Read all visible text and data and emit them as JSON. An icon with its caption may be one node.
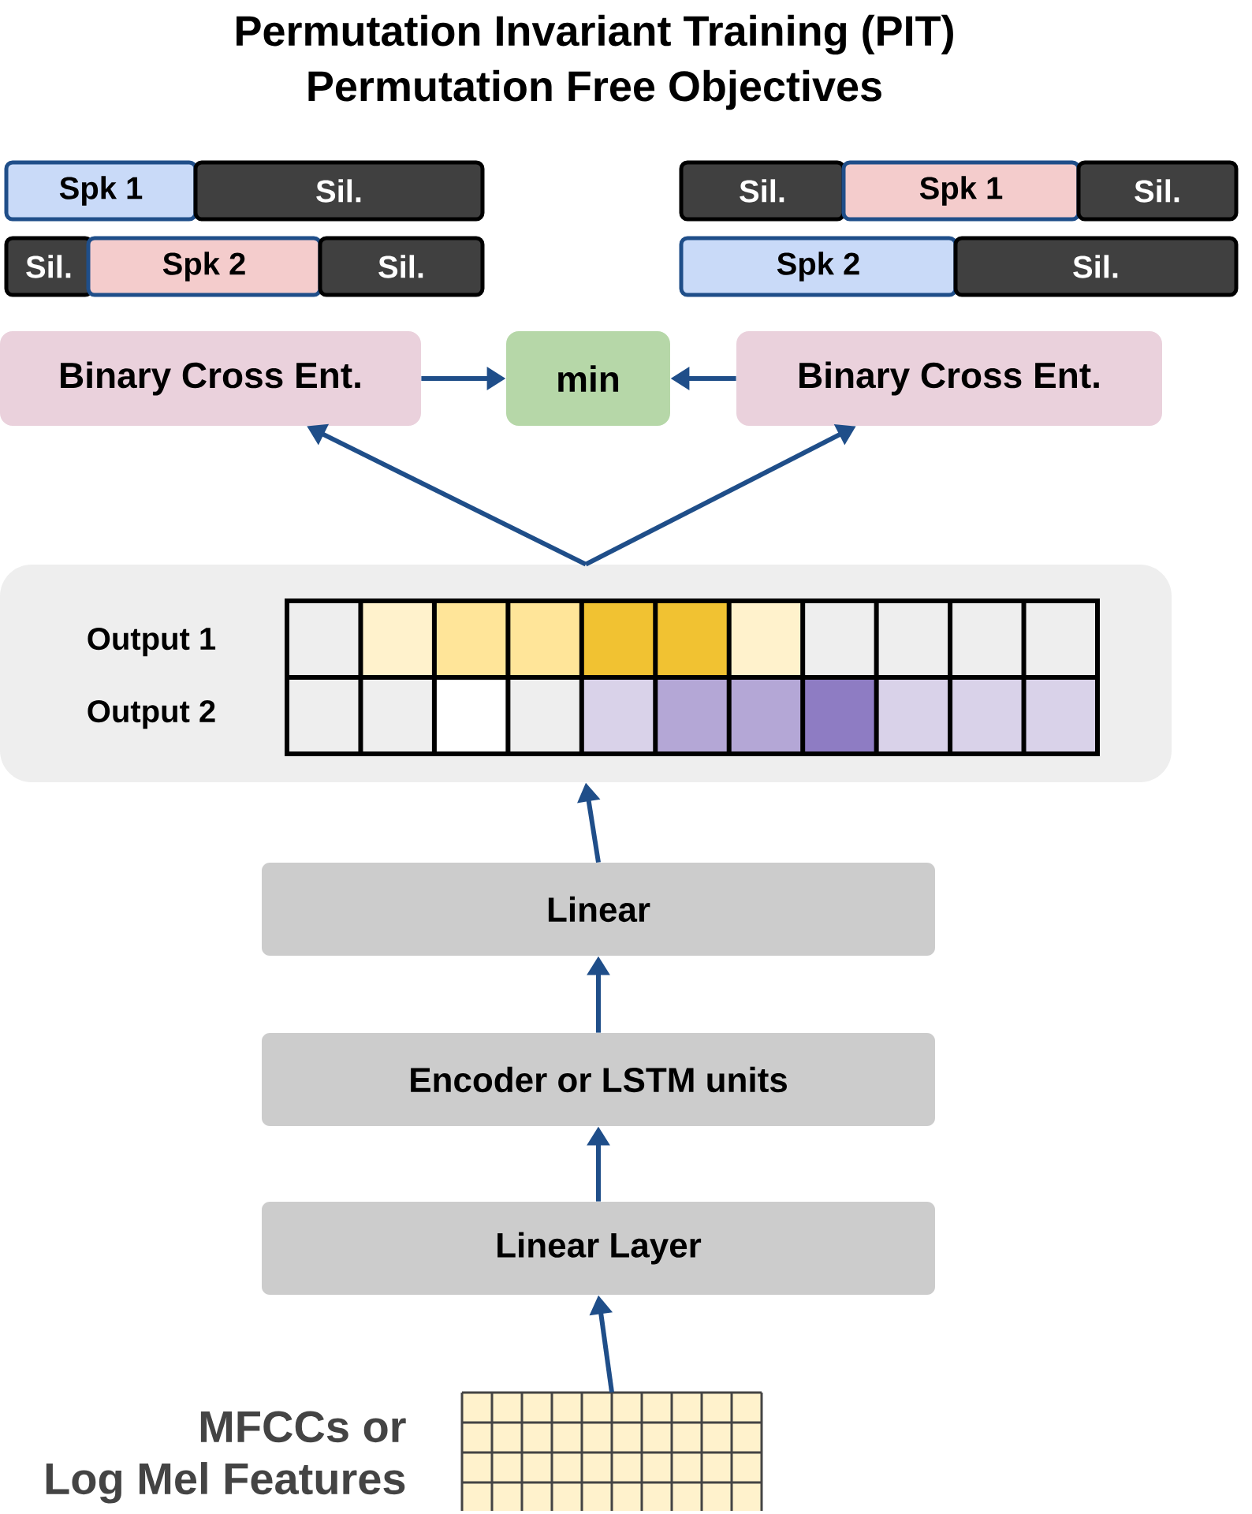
{
  "diagram": {
    "title": "Permutation Invariant Training (PIT)",
    "nodes": [
      {
        "text": [
          "Spk 1"
        ]
      },
      {
        "text": [
          "Sil."
        ]
      },
      {
        "text": [
          "Sil."
        ]
      },
      {
        "text": [
          "Spk 2"
        ]
      },
      {
        "text": [
          "Sil."
        ]
      },
      {
        "text": [
          "Sil."
        ]
      },
      {
        "text": [
          "Spk 1"
        ]
      },
      {
        "text": [
          "Sil."
        ]
      },
      {
        "text": [
          "Spk 2"
        ]
      },
      {
        "text": [
          "Sil."
        ]
      },
      {
        "text": [
          "Binary Cross Ent."
        ]
      },
      {
        "text": [
          "min"
        ]
      },
      {
        "text": [
          "Binary Cross Ent."
        ]
      },
      {
        "text": [
          "Output 1",
          "Output 2"
        ]
      },
      {
        "text": [
          "Linear"
        ]
      },
      {
        "text": [
          "Encoder or LSTM units"
        ]
      },
      {
        "text": [
          "Linear Layer"
        ]
      },
      {
        "text": [],
        "shape": "box",
        "beside": [
          "MFCCs or Log Mel Features"
        ]
      }
    ],
    "edges": [
      {
        "from": 10,
        "to": 11,
        "arrow": "to"
      },
      {
        "from": 12,
        "to": 11,
        "arrow": "to"
      },
      {
        "from": 13,
        "to": 10,
        "arrow": "to"
      },
      {
        "from": 13,
        "to": 12,
        "arrow": "to"
      },
      {
        "from": 14,
        "to": 13,
        "arrow": "to"
      },
      {
        "from": 15,
        "to": 14,
        "arrow": "to"
      },
      {
        "from": 16,
        "to": 15,
        "arrow": "to"
      },
      {
        "from": 17,
        "to": 16,
        "arrow": "to"
      }
    ],
    "labels": [
      "Permutation Free Objectives"
    ]
  }
}
